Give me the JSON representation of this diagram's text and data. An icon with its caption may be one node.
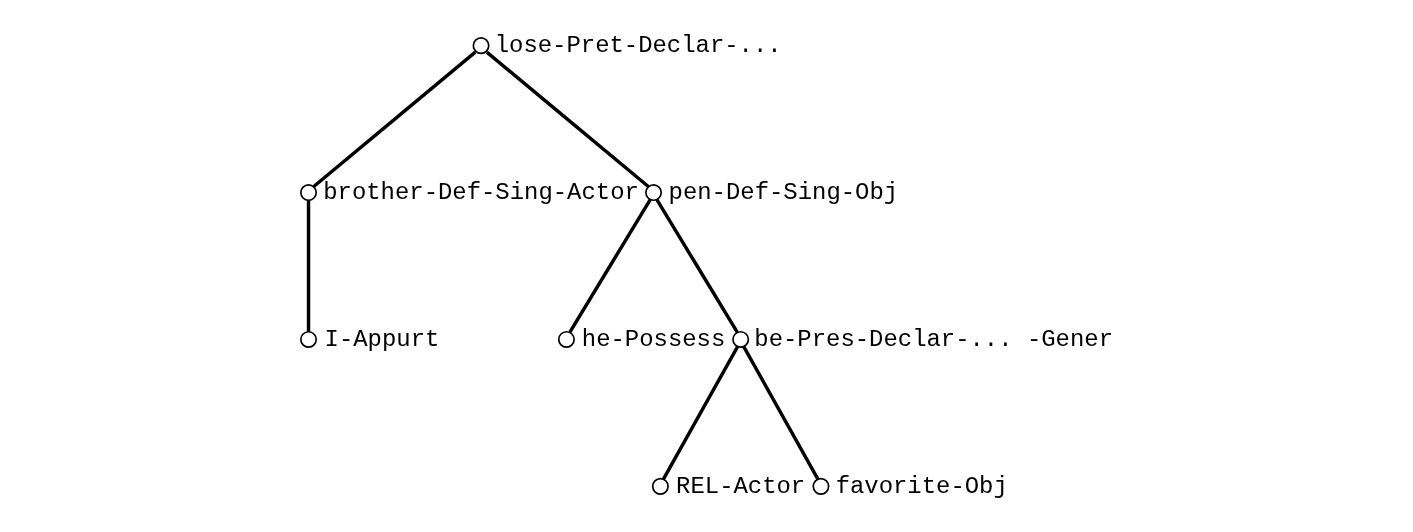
{
  "diagram": {
    "nodes": [
      {
        "text": [],
        "shape": "circle",
        "beside": [
          "lose-Pret-Declar-..."
        ]
      },
      {
        "text": [],
        "shape": "circle",
        "beside": [
          "brother-Def-Sing-Actor"
        ]
      },
      {
        "text": [],
        "shape": "circle",
        "beside": [
          "pen-Def-Sing-Obj"
        ]
      },
      {
        "text": [],
        "shape": "circle",
        "beside": [
          "I-Appurt"
        ]
      },
      {
        "text": [],
        "shape": "circle",
        "beside": [
          "he-Possess"
        ]
      },
      {
        "text": [],
        "shape": "circle",
        "beside": [
          "be-Pres-Declar-... -Gener"
        ]
      },
      {
        "text": [],
        "shape": "circle",
        "beside": [
          "REL-Actor"
        ]
      },
      {
        "text": [],
        "shape": "circle",
        "beside": [
          "favorite-Obj"
        ]
      }
    ],
    "edges": [
      {
        "from": 0,
        "to": 1,
        "arrow": "none"
      },
      {
        "from": 0,
        "to": 2,
        "arrow": "none"
      },
      {
        "from": 1,
        "to": 3,
        "arrow": "none"
      },
      {
        "from": 2,
        "to": 4,
        "arrow": "none"
      },
      {
        "from": 2,
        "to": 5,
        "arrow": "none"
      },
      {
        "from": 5,
        "to": 6,
        "arrow": "none"
      },
      {
        "from": 5,
        "to": 7,
        "arrow": "none"
      }
    ]
  }
}
